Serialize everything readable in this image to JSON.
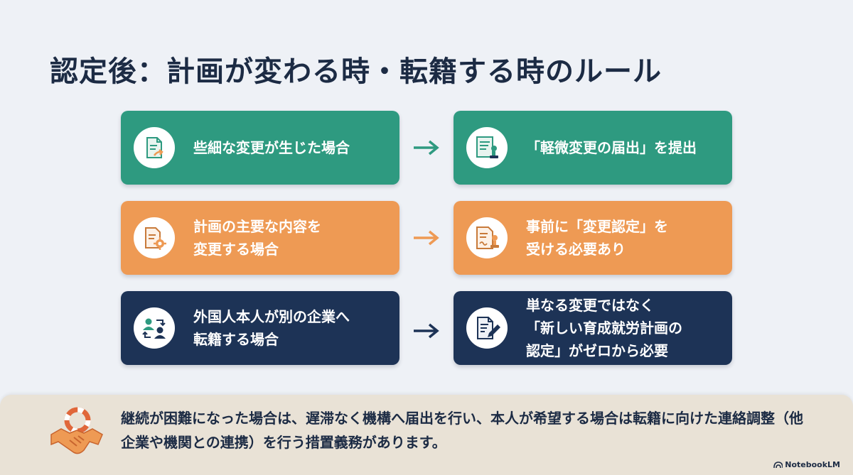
{
  "title": "認定後：計画が変わる時・転籍する時のルール",
  "rows": [
    {
      "left": "些細な変更が生じた場合",
      "right": "「軽微変更の届出」を提出",
      "left_icon": "document-arrow-icon",
      "right_icon": "certificate-stamp-icon",
      "color": "#2e9a80"
    },
    {
      "left": "計画の主要な内容を\n変更する場合",
      "right": "事前に「変更認定」を\n受ける必要あり",
      "left_icon": "document-gear-icon",
      "right_icon": "document-stamp-icon",
      "color": "#ee9a54"
    },
    {
      "left": "外国人本人が別の企業へ\n転籍する場合",
      "right": "単なる変更ではなく\n「新しい育成就労計画の\n認定」がゼロから必要",
      "left_icon": "people-transfer-icon",
      "right_icon": "document-pen-icon",
      "color": "#1d3356"
    }
  ],
  "bottom_note": "継続が困難になった場合は、遅滞なく機構へ届出を行い、本人が希望する場合は転籍に向けた連絡調整（他企業や機関との連携）を行う措置義務があります。",
  "brand": "NotebookLM"
}
